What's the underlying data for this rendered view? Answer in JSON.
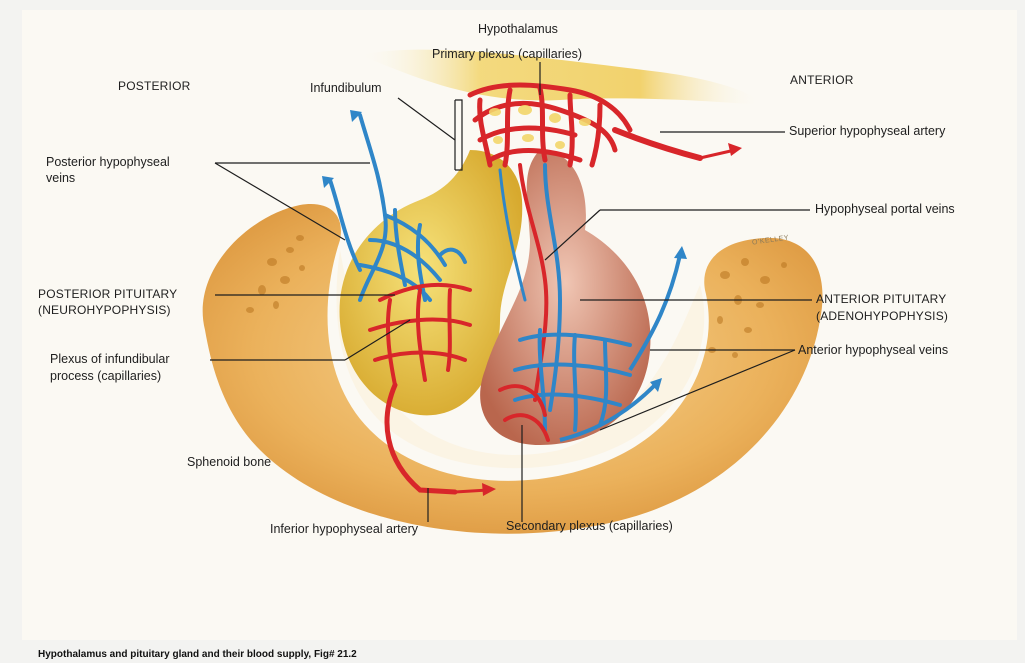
{
  "labels": {
    "hypothalamus": "Hypothalamus",
    "primary_plexus": "Primary plexus (capillaries)",
    "posterior": "POSTERIOR",
    "anterior": "ANTERIOR",
    "infundibulum": "Infundibulum",
    "superior_artery": "Superior hypophyseal artery",
    "posterior_veins_1": "Posterior hypophyseal",
    "posterior_veins_2": "veins",
    "portal_veins": "Hypophyseal portal veins",
    "posterior_pituitary_1": "POSTERIOR PITUITARY",
    "posterior_pituitary_2": "(NEUROHYPOPHYSIS)",
    "anterior_pituitary_1": "ANTERIOR PITUITARY",
    "anterior_pituitary_2": "(ADENOHYPOPHYSIS)",
    "infundibular_plexus_1": "Plexus of infundibular",
    "infundibular_plexus_2": "process (capillaries)",
    "anterior_veins": "Anterior hypophyseal veins",
    "sphenoid": "Sphenoid bone",
    "inferior_artery": "Inferior hypophyseal artery",
    "secondary_plexus": "Secondary plexus  (capillaries)"
  },
  "artist_signature": "O'KELLEY",
  "caption": "Hypothalamus and pituitary gland and their blood supply, Fig# 21.2",
  "colors": {
    "artery": "#d8262a",
    "vein": "#2f86c8",
    "bone": "#e9a94a",
    "posterior_lobe": "#e6c24a",
    "anterior_lobe": "#c98570"
  }
}
